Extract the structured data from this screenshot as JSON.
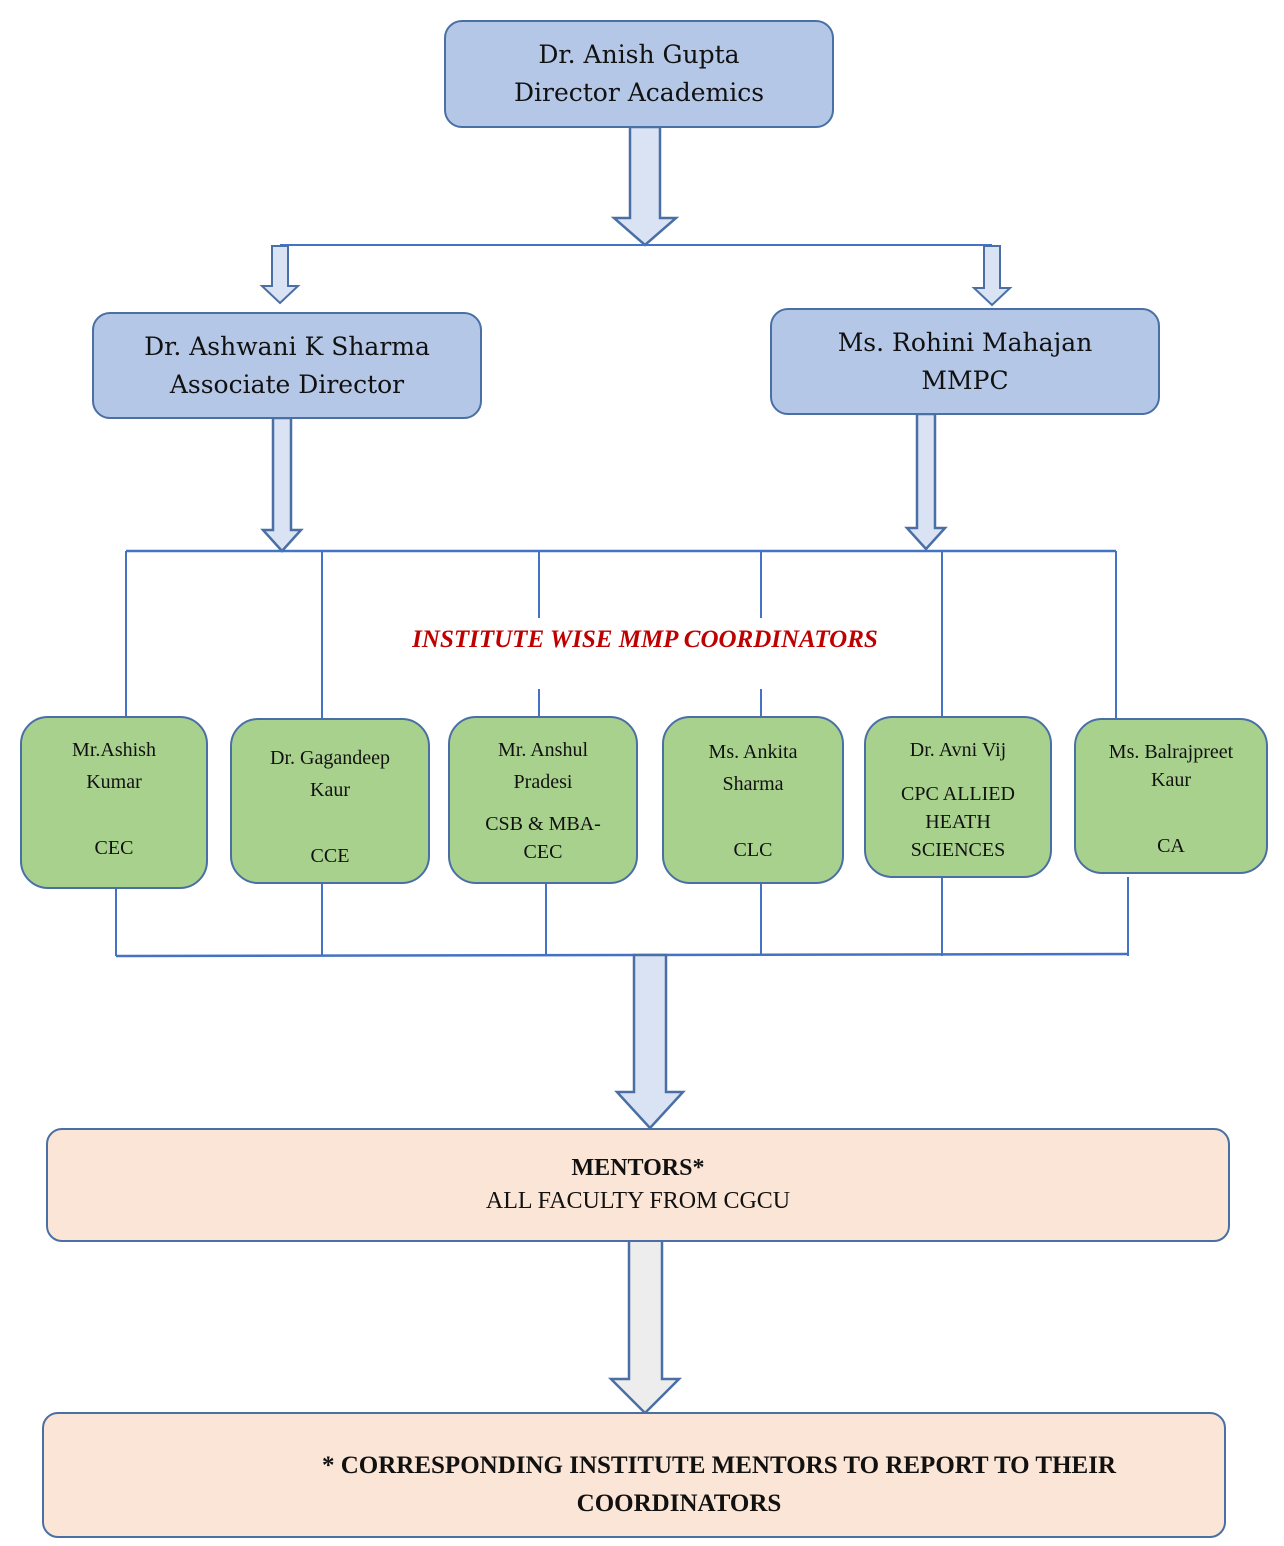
{
  "director": {
    "name": "Dr. Anish Gupta",
    "role": "Director Academics"
  },
  "associate_director": {
    "name": "Dr. Ashwani K Sharma",
    "role": "Associate Director"
  },
  "mmpc": {
    "name": "Ms. Rohini Mahajan",
    "role": "MMPC"
  },
  "coordinators_heading": "INSTITUTE WISE MMP COORDINATORS",
  "coordinators": [
    {
      "name_line1": "Mr.Ashish",
      "name_line2": "Kumar",
      "dept_line1": "CEC",
      "dept_line2": "",
      "dept_line3": ""
    },
    {
      "name_line1": "Dr. Gagandeep",
      "name_line2": "Kaur",
      "dept_line1": "CCE",
      "dept_line2": "",
      "dept_line3": ""
    },
    {
      "name_line1": "Mr. Anshul",
      "name_line2": "Pradesi",
      "dept_line1": "CSB & MBA-",
      "dept_line2": "CEC",
      "dept_line3": ""
    },
    {
      "name_line1": "Ms. Ankita",
      "name_line2": "Sharma",
      "dept_line1": "CLC",
      "dept_line2": "",
      "dept_line3": ""
    },
    {
      "name_line1": "Dr. Avni Vij",
      "name_line2": "",
      "dept_line1": "CPC ALLIED",
      "dept_line2": "HEATH",
      "dept_line3": "SCIENCES"
    },
    {
      "name_line1": "Ms. Balrajpreet",
      "name_line2": "Kaur",
      "dept_line1": "CA",
      "dept_line2": "",
      "dept_line3": ""
    }
  ],
  "mentors": {
    "title": "MENTORS*",
    "subtitle": "ALL FACULTY FROM CGCU"
  },
  "footnote": {
    "line1": "* CORRESPONDING INSTITUTE MENTORS TO REPORT TO THEIR",
    "line2": "COORDINATORS"
  },
  "colors": {
    "leader_box": "#b4c7e7",
    "coordinator_box": "#a9d18e",
    "mentor_box": "#fbe5d6",
    "connector": "#4472c4",
    "heading_red": "#c00000",
    "arrow_fill_blue": "#dae3f3",
    "arrow_fill_gray": "#ededed"
  }
}
